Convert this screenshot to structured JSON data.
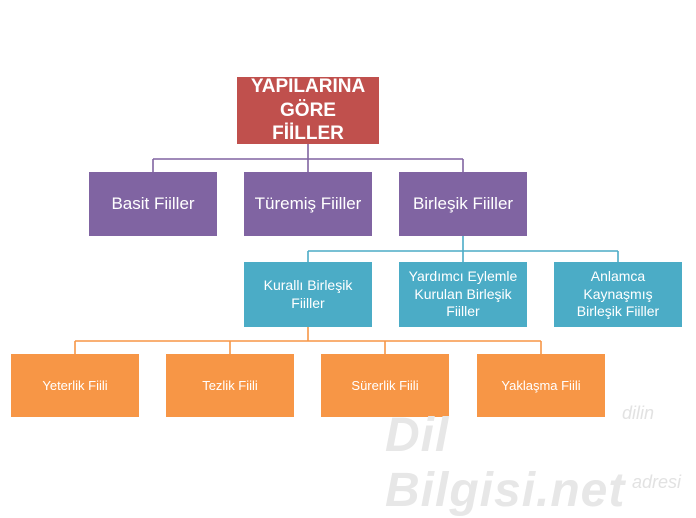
{
  "root": {
    "line1": "YAPILARINA",
    "line2": "GÖRE FİİLLER"
  },
  "level1": [
    {
      "label": "Basit Fiiller"
    },
    {
      "label": "Türemiş Fiiller"
    },
    {
      "label": "Birleşik Fiiller"
    }
  ],
  "level2": [
    {
      "line1": "Kurallı Birleşik",
      "line2": "Fiiller",
      "line3": ""
    },
    {
      "line1": "Yardımcı Eylemle",
      "line2": "Kurulan Birleşik",
      "line3": "Fiiller"
    },
    {
      "line1": "Anlamca",
      "line2": "Kaynaşmış",
      "line3": "Birleşik Fiiller"
    }
  ],
  "level3": [
    {
      "label": "Yeterlik Fiili"
    },
    {
      "label": "Tezlik Fiili"
    },
    {
      "label": "Sürerlik Fiili"
    },
    {
      "label": "Yaklaşma Fiili"
    }
  ],
  "watermark": {
    "main": "Dil Bilgisi.net",
    "top": "dilin",
    "bottom": "adresi"
  },
  "colors": {
    "root": "#c0504d",
    "level1": "#8064a2",
    "level2": "#4bacc6",
    "level3": "#f79646"
  }
}
